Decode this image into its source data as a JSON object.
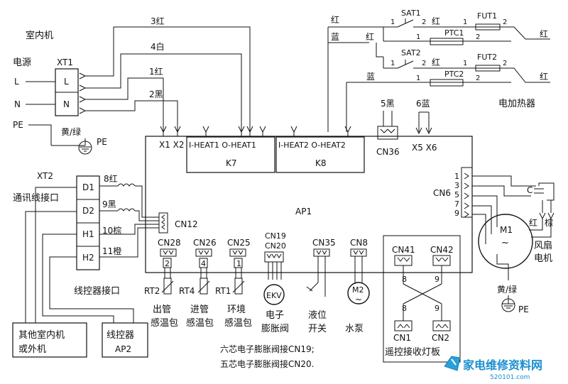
{
  "labels": {
    "indoor_unit": "室内机",
    "power": "电源",
    "xt1": "XT1",
    "L_left": "L",
    "N_left": "N",
    "L_box": "L",
    "N_box": "N",
    "PE_left": "PE",
    "yellow_green_1": "黄/绿",
    "PE_ground1": "PE",
    "w3": "3红",
    "w4": "4白",
    "w1": "1红",
    "w2": "2黑",
    "red_a": "红",
    "blue_a": "蓝",
    "red_b": "红",
    "blue_b": "蓝",
    "red_c": "红",
    "red_d": "红",
    "red_e": "红",
    "red_f": "红",
    "sat1": "SAT1",
    "sat2": "SAT2",
    "ptc1": "PTC1",
    "ptc2": "PTC2",
    "fut1": "FUT1",
    "fut2": "FUT2",
    "n1a": "1",
    "n2a": "2",
    "n1b": "1",
    "n2b": "2",
    "n1c": "1",
    "n2c": "2",
    "n1d": "1",
    "n2d": "2",
    "n1e": "1",
    "n2e": "2",
    "n2f": "2",
    "n1f": "1",
    "n2g": "2",
    "heater": "电加热器",
    "w5": "5黑",
    "w6": "6蓝",
    "x1x2": "X1 X2",
    "heat1": "I-HEAT1 O-HEAT1",
    "heat2": "I-HEAT2 O-HEAT2",
    "k7": "K7",
    "k8": "K8",
    "cn36": "CN36",
    "x5x6": "X5 X6",
    "cn6": "CN6",
    "cn6_pins": [
      "1",
      "3",
      "5",
      "7",
      "9"
    ],
    "xt2": "XT2",
    "comm_port": "通讯线接口",
    "d1": "D1",
    "d2": "D2",
    "h1": "H1",
    "h2": "H2",
    "w8": "8红",
    "w9": "9黑",
    "w10": "10棕",
    "w11": "11橙",
    "cn12": "CN12",
    "ap1": "AP1",
    "wired_port": "线控器接口",
    "cn28": "CN28",
    "cn26": "CN26",
    "cn25": "CN25",
    "cn19": "CN19",
    "cn20": "CN20",
    "cn35": "CN35",
    "cn8": "CN8",
    "cn41": "CN41",
    "cn42": "CN42",
    "pin2": "2",
    "pin4": "4",
    "pin1": "1",
    "rt2": "RT2",
    "rt4": "RT4",
    "rt1": "RT1",
    "ekv": "EKV",
    "m2": "M2",
    "m2_sym": "~",
    "m1": "M1",
    "m1_sym": "~",
    "c_cap": "C",
    "red_fan": "红",
    "brown_fan": "棕",
    "fan_motor_1": "风扇",
    "fan_motor_2": "电机",
    "yellow_green_2": "黄/绿",
    "PE_ground2": "PE",
    "p8a": "8",
    "p9a": "9",
    "p8b": "8",
    "p9b": "9",
    "cn1": "CN1",
    "cn2": "CN2",
    "remote_board": "遥控接收灯板",
    "out_sensor_1": "出管",
    "out_sensor_2": "感温包",
    "in_sensor_1": "进管",
    "in_sensor_2": "感温包",
    "env_sensor_1": "环境",
    "env_sensor_2": "感温包",
    "ekv_1": "电子",
    "ekv_2": "膨胀阀",
    "level_1": "液位",
    "level_2": "开关",
    "pump": "水泵",
    "other_unit_1": "其他室内机",
    "other_unit_2": "或外机",
    "wired_ctrl": "线控器",
    "ap2": "AP2",
    "note1": "六芯电子膨胀阀接CN19;",
    "note2": "五芯电子膨胀阀接CN20.",
    "logo": "家电维修资料网",
    "logo_url": "520101.com"
  }
}
